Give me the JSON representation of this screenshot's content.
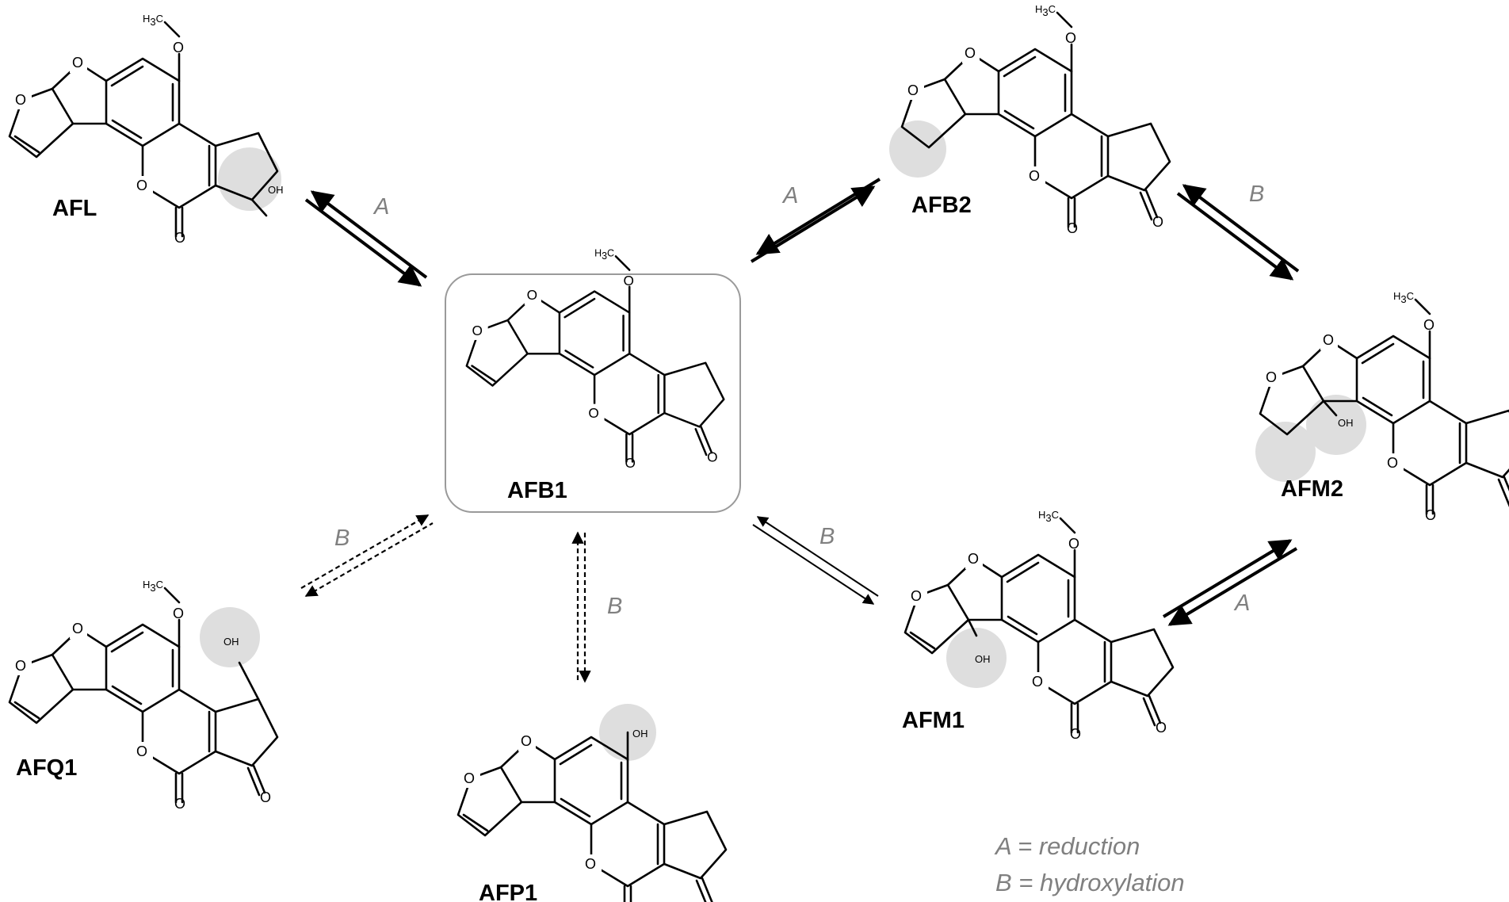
{
  "compounds": {
    "afb1": "AFB1",
    "afl": "AFL",
    "afb2": "AFB2",
    "afm2": "AFM2",
    "afm1": "AFM1",
    "afq1": "AFQ1",
    "afp1": "AFP1"
  },
  "atoms": {
    "oxygen": "O",
    "hydroxyl": "OH",
    "methyl_h": "H",
    "methyl_sub": "3",
    "methyl_c": "C"
  },
  "pathway_labels": {
    "reduction": "A",
    "hydroxylation": "B"
  },
  "legend": {
    "line_a": "A = reduction",
    "line_b": "B = hydroxylation"
  },
  "colors": {
    "highlight": "#dedede",
    "label_gray": "#808080",
    "box_border": "#9a9a9a"
  }
}
